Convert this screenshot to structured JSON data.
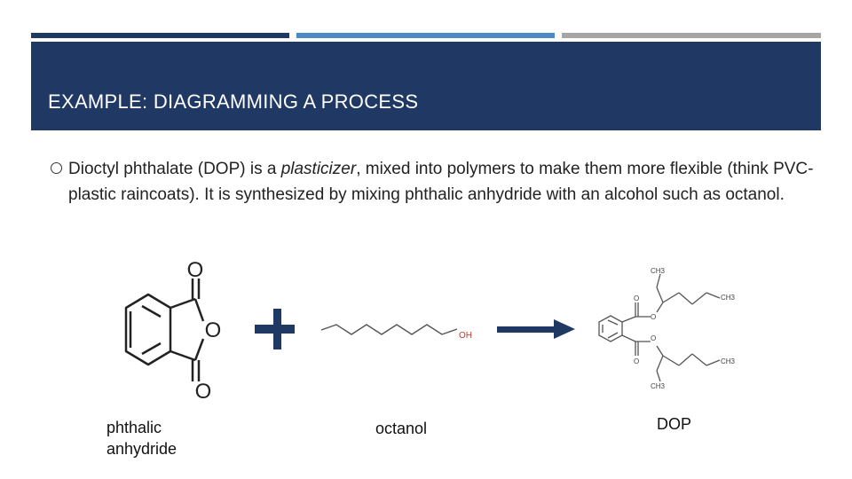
{
  "header": {
    "title": "EXAMPLE: DIAGRAMMING A PROCESS"
  },
  "bullet": {
    "text_before": "Dioctyl phthalate (DOP) is a ",
    "text_italic": "plasticizer",
    "text_after": ", mixed into polymers to make them more flexible (think PVC-plastic raincoats). It is synthesized by mixing phthalic anhydride with an alcohol such as octanol."
  },
  "reactants": {
    "phthalic_anhydride": {
      "caption_line1": "phthalic",
      "caption_line2": "anhydride",
      "atom_o_top": "O",
      "atom_o_ring": "O",
      "atom_o_bottom": "O"
    },
    "octanol": {
      "caption": "octanol",
      "atom_oh": "OH"
    }
  },
  "product": {
    "caption": "DOP",
    "label_ch3_top": "CH3",
    "label_ch3_right_top": "CH3",
    "label_ch3_right_bottom": "CH3",
    "label_ch3_bottom": "CH3",
    "label_o_1": "O",
    "label_o_2": "O",
    "label_o_3": "O",
    "label_o_4": "O"
  },
  "colors": {
    "header_bg": "#1f3864",
    "plus_sign": "#1f3864",
    "arrow": "#1f3864",
    "accent_bar_2": "#4a8bc6",
    "accent_bar_3": "#a6a6a6"
  }
}
